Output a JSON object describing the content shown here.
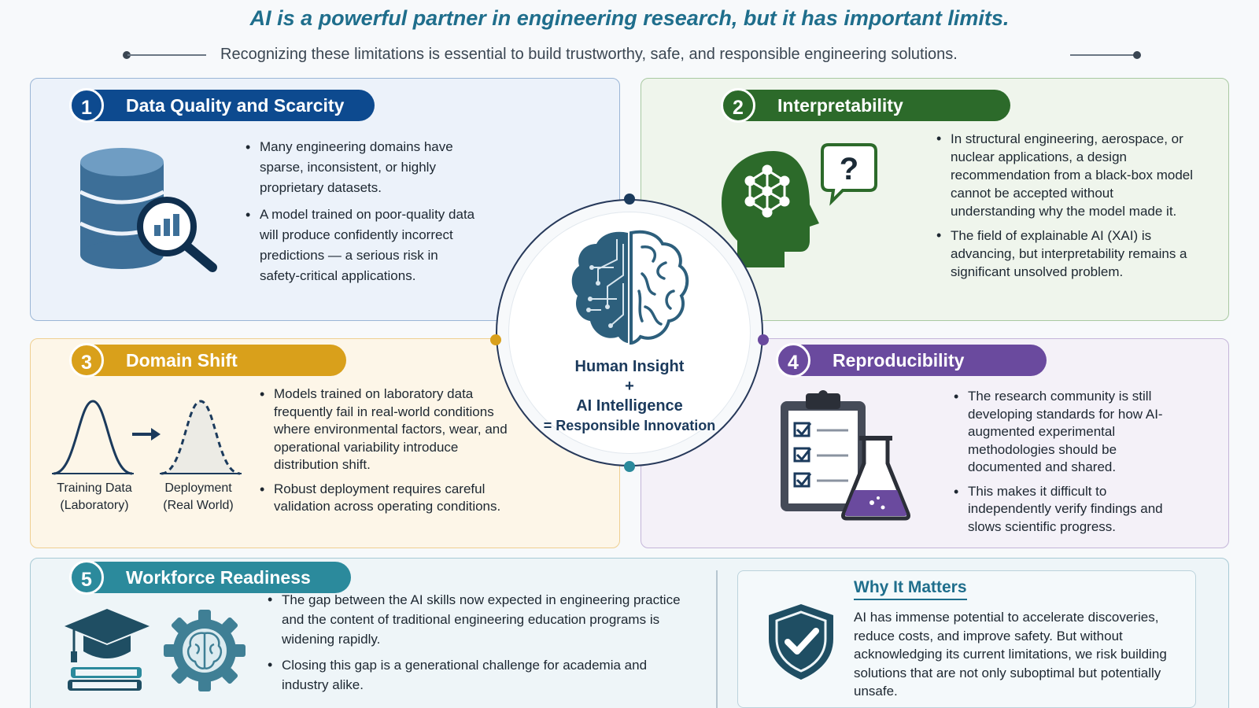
{
  "header": {
    "headline": "AI is a powerful partner in engineering research, but it has important limits.",
    "subline": "Recognizing these limitations is essential to build trustworthy, safe, and responsible engineering solutions."
  },
  "center": {
    "line1": "Human Insight",
    "line2": "+",
    "line3": "AI Intelligence",
    "line4": "= Responsible Innovation"
  },
  "panels": [
    {
      "number": "1",
      "title": "Data Quality and Scarcity",
      "bullets": [
        "Many engineering domains have sparse, inconsistent, or highly proprietary datasets.",
        "A model trained on poor-quality data will produce confidently incorrect predictions — a serious risk in safety-critical applications."
      ]
    },
    {
      "number": "2",
      "title": "Interpretability",
      "bullets": [
        "In structural engineering, aerospace, or nuclear applications, a design recommendation from a black-box model cannot be accepted without understanding why the model made it.",
        "The field of explainable AI (XAI) is advancing, but interpretability remains a significant unsolved problem."
      ]
    },
    {
      "number": "3",
      "title": "Domain Shift",
      "bullets": [
        "Models trained on laboratory data frequently fail in real-world conditions where environmental factors, wear, and operational variability introduce distribution shift.",
        "Robust deployment requires careful validation across operating conditions."
      ],
      "captions": {
        "training_1": "Training Data",
        "training_2": "(Laboratory)",
        "deploy_1": "Deployment",
        "deploy_2": "(Real World)"
      }
    },
    {
      "number": "4",
      "title": "Reproducibility",
      "bullets": [
        "The research community is still developing standards for how AI-augmented experimental methodologies should be documented and shared.",
        "This makes it difficult to independently verify findings and slows scientific progress."
      ]
    },
    {
      "number": "5",
      "title": "Workforce Readiness",
      "bullets": [
        "The gap between the AI skills now expected in engineering practice and the content of traditional engineering education programs is widening rapidly.",
        "Closing this gap is a generational challenge for academia and industry alike."
      ]
    }
  ],
  "why_it_matters": {
    "title": "Why It Matters",
    "text": "AI has immense potential to accelerate discoveries, reduce costs, and improve safety. But without acknowledging its current limitations, we risk building solutions that are not only suboptimal but potentially unsafe."
  },
  "colors": {
    "blue": "#0d4a8f",
    "green": "#2c6a2a",
    "amber": "#d9a01b",
    "purple": "#6a4a9e",
    "teal": "#2b8a9c",
    "navy": "#1b3a5c"
  },
  "icons": [
    "database-icon",
    "magnifier-chart-icon",
    "ai-head-icon",
    "question-bubble-icon",
    "bell-curve-icon",
    "arrow-right-icon",
    "clipboard-checklist-icon",
    "flask-icon",
    "graduation-cap-icon",
    "books-icon",
    "gear-brain-icon",
    "shield-check-icon",
    "brain-circuit-icon"
  ]
}
